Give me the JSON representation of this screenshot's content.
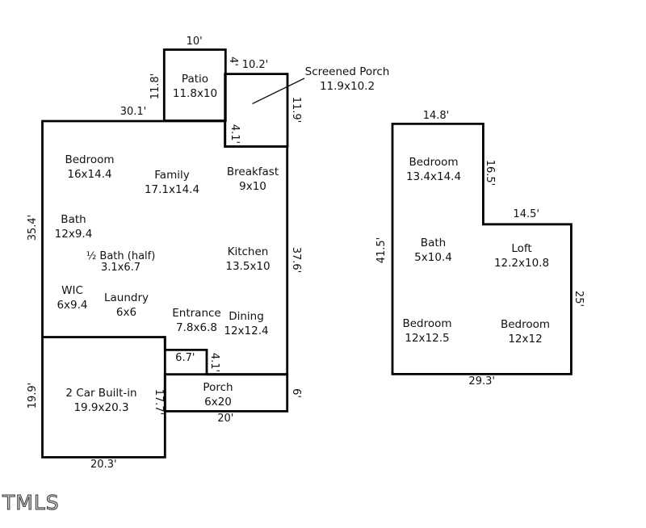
{
  "colors": {
    "wall": "#000000",
    "text": "#111111",
    "background": "#ffffff"
  },
  "watermark": "TMLS",
  "first_floor": {
    "callout": {
      "name": "Screened Porch",
      "dims": "11.9x10.2"
    },
    "rooms": [
      {
        "name": "Patio",
        "dims": "11.8x10"
      },
      {
        "name": "Bedroom",
        "dims": "16x14.4"
      },
      {
        "name": "Family",
        "dims": "17.1x14.4"
      },
      {
        "name": "Breakfast",
        "dims": "9x10"
      },
      {
        "name": "Bath",
        "dims": "12x9.4"
      },
      {
        "name": "½ Bath (half)",
        "dims": "3.1x6.7"
      },
      {
        "name": "Kitchen",
        "dims": "13.5x10"
      },
      {
        "name": "WIC",
        "dims": "6x9.4"
      },
      {
        "name": "Laundry",
        "dims": "6x6"
      },
      {
        "name": "Entrance",
        "dims": "7.8x6.8"
      },
      {
        "name": "Dining",
        "dims": "12x12.4"
      },
      {
        "name": "2 Car Built-in",
        "dims": "19.9x20.3"
      },
      {
        "name": "Porch",
        "dims": "6x20"
      }
    ],
    "edge_dims": [
      "10'",
      "30.1'",
      "10.2'",
      "11.8'",
      "4'",
      "11.9'",
      "4.1'",
      "35.4'",
      "37.6'",
      "6.7'",
      "4.1'",
      "19.9'",
      "17.7'",
      "6'",
      "20'",
      "20.3'"
    ]
  },
  "second_floor": {
    "rooms": [
      {
        "name": "Bedroom",
        "dims": "13.4x14.4"
      },
      {
        "name": "Bath",
        "dims": "5x10.4"
      },
      {
        "name": "Loft",
        "dims": "12.2x10.8"
      },
      {
        "name": "Bedroom",
        "dims": "12x12.5"
      },
      {
        "name": "Bedroom",
        "dims": "12x12"
      }
    ],
    "edge_dims": [
      "14.8'",
      "16.5'",
      "14.5'",
      "41.5'",
      "25'",
      "29.3'"
    ]
  }
}
